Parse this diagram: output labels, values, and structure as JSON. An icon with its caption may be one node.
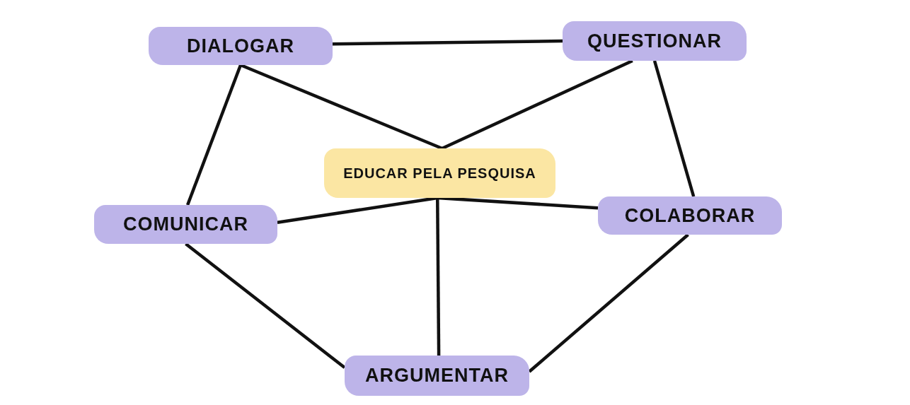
{
  "diagram": {
    "nodes": [
      {
        "text": [
          "DIALOGAR"
        ]
      },
      {
        "text": [
          "QUESTIONAR"
        ]
      },
      {
        "text": [
          "EDUCAR PELA PESQUISA"
        ]
      },
      {
        "text": [
          "COMUNICAR"
        ]
      },
      {
        "text": [
          "COLABORAR"
        ]
      },
      {
        "text": [
          "ARGUMENTAR"
        ]
      }
    ],
    "edges": [
      {
        "from": 0,
        "to": 1,
        "arrow": "none"
      },
      {
        "from": 0,
        "to": 3,
        "arrow": "none"
      },
      {
        "from": 1,
        "to": 4,
        "arrow": "none"
      },
      {
        "from": 3,
        "to": 5,
        "arrow": "none"
      },
      {
        "from": 4,
        "to": 5,
        "arrow": "none"
      },
      {
        "from": 0,
        "to": 2,
        "arrow": "none"
      },
      {
        "from": 1,
        "to": 2,
        "arrow": "none"
      },
      {
        "from": 2,
        "to": 3,
        "arrow": "none"
      },
      {
        "from": 2,
        "to": 4,
        "arrow": "none"
      },
      {
        "from": 2,
        "to": 5,
        "arrow": "none"
      }
    ]
  }
}
